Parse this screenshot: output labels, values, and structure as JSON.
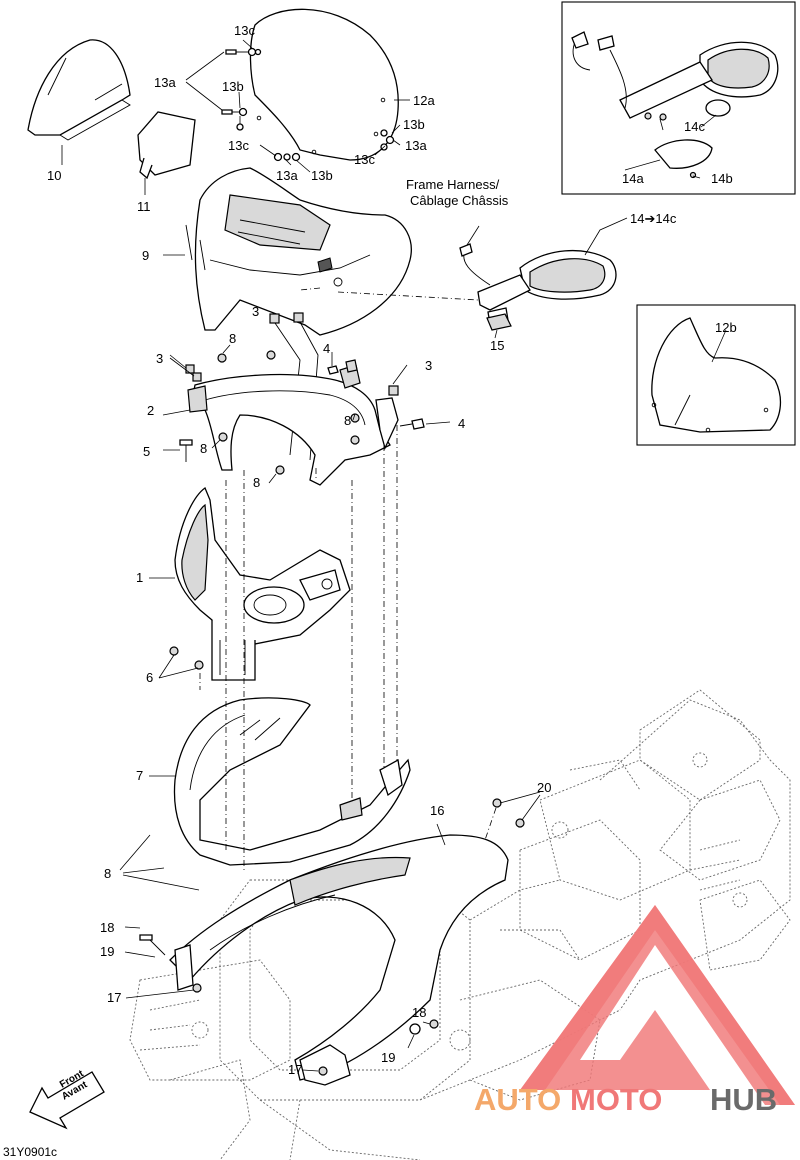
{
  "callouts": {
    "c1": "1",
    "c2": "2",
    "c3a": "3",
    "c3b": "3",
    "c3c": "3",
    "c4a": "4",
    "c4b": "4",
    "c5": "5",
    "c6": "6",
    "c7": "7",
    "c8a": "8",
    "c8b": "8",
    "c8c": "8",
    "c8d": "8",
    "c8e": "8",
    "c9": "9",
    "c10": "10",
    "c11": "11",
    "c12a": "12a",
    "c12b": "12b",
    "c13a1": "13a",
    "c13a2": "13a",
    "c13a3": "13a",
    "c13b1": "13b",
    "c13b2": "13b",
    "c13b3": "13b",
    "c13c1": "13c",
    "c13c2": "13c",
    "c13c3": "13c",
    "c14": "14➔14c",
    "c14a": "14a",
    "c14b": "14b",
    "c14c": "14c",
    "c15": "15",
    "c16": "16",
    "c17a": "17",
    "c17b": "17",
    "c18a": "18",
    "c18b": "18",
    "c19a": "19",
    "c19b": "19",
    "c20": "20"
  },
  "frame_harness_line1": "Frame Harness/",
  "frame_harness_line2": "Câblage Châssis",
  "front_en": "Front",
  "front_fr": "Avant",
  "diagram_code": "31Y0901c",
  "watermark": {
    "part1": "AUTO",
    "part2": "MOTO",
    "part3": "HUB",
    "colors": {
      "triangle": "#f07878",
      "auto": "#f4a86a",
      "moto": "#f07878",
      "hub": "#6a6a6a"
    }
  }
}
